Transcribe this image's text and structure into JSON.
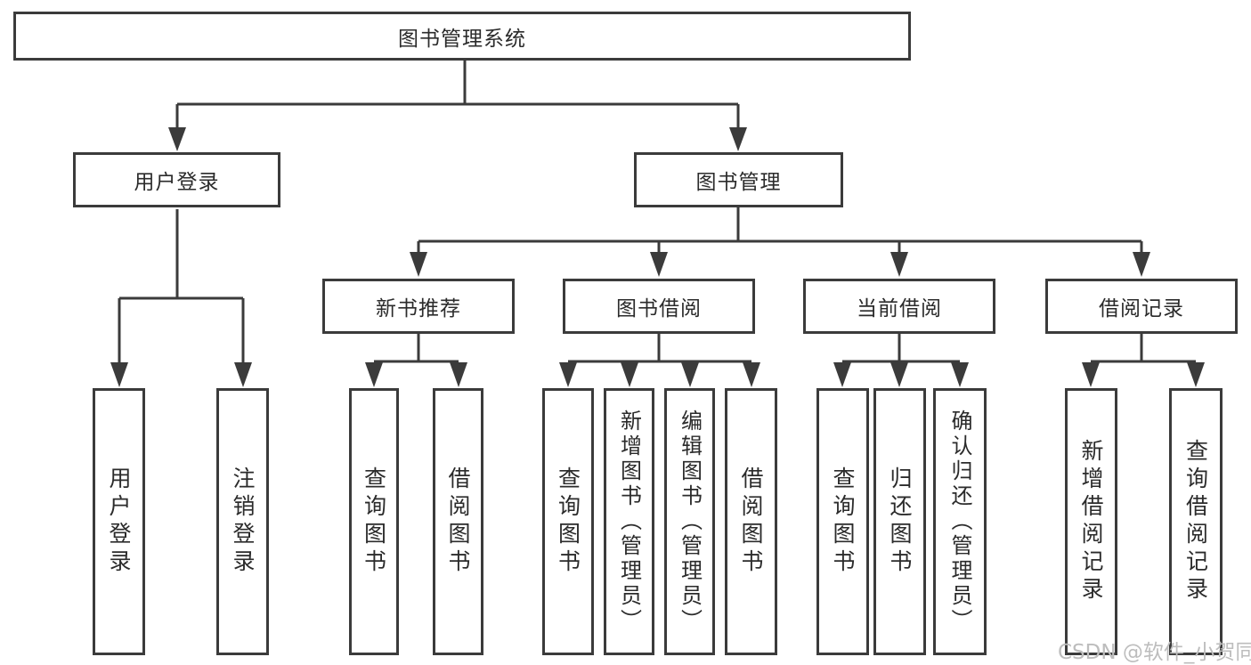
{
  "title": {
    "label": "图书管理系统"
  },
  "level2": {
    "user_login": {
      "label": "用户登录"
    },
    "book_management": {
      "label": "图书管理"
    }
  },
  "level3": {
    "new_book_recommend": {
      "label": "新书推荐"
    },
    "book_borrowing": {
      "label": "图书借阅"
    },
    "current_borrowing": {
      "label": "当前借阅"
    },
    "borrowing_records": {
      "label": "借阅记录"
    }
  },
  "leaves": {
    "user_login_leaf": {
      "label": "用户登录",
      "parent": "用户登录"
    },
    "logout": {
      "label": "注销登录",
      "parent": "用户登录"
    },
    "rec_query_books": {
      "label": "查询图书",
      "parent": "新书推荐"
    },
    "rec_borrow_books": {
      "label": "借阅图书",
      "parent": "新书推荐"
    },
    "bb_query_books": {
      "label": "查询图书",
      "parent": "图书借阅"
    },
    "bb_add_books": {
      "label": "新增图书（管理员）",
      "parent": "图书借阅"
    },
    "bb_edit_books": {
      "label": "编辑图书（管理员）",
      "parent": "图书借阅"
    },
    "bb_borrow_books": {
      "label": "借阅图书",
      "parent": "图书借阅"
    },
    "cb_query_books": {
      "label": "查询图书",
      "parent": "当前借阅"
    },
    "cb_return_books": {
      "label": "归还图书",
      "parent": "当前借阅"
    },
    "cb_confirm_return": {
      "label": "确认归还（管理员）",
      "parent": "当前借阅"
    },
    "br_add_record": {
      "label": "新增借阅记录",
      "parent": "借阅记录"
    },
    "br_query_record": {
      "label": "查询借阅记录",
      "parent": "借阅记录"
    }
  },
  "watermark": {
    "text": "CSDN @软件_小贺同学"
  },
  "colors": {
    "line": "#3b3b3b",
    "text": "#2b2b2b",
    "background": "#ffffff",
    "watermark": "#bdbdbd"
  }
}
